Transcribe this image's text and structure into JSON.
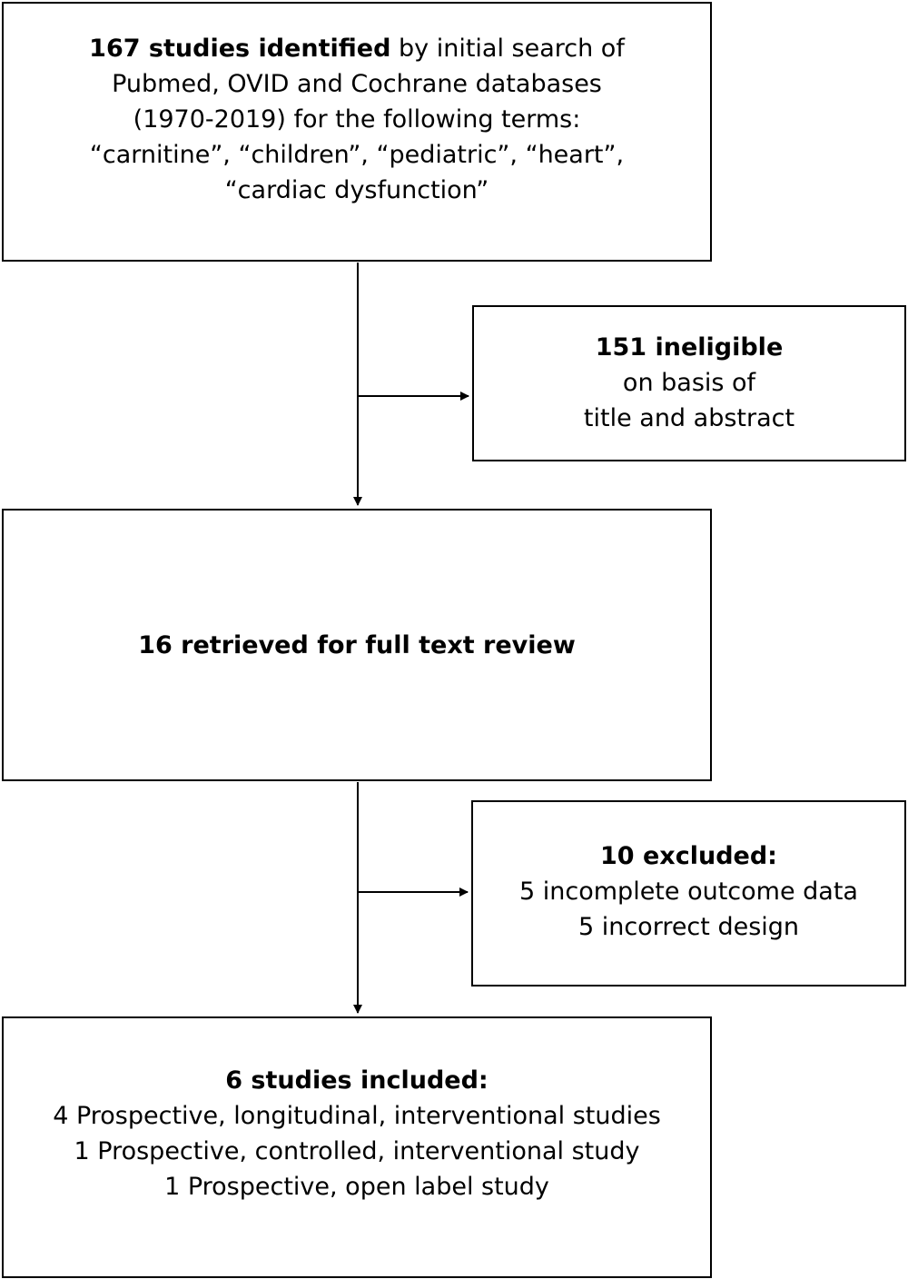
{
  "flowchart": {
    "identified": {
      "line1_bold": "167 studies identified",
      "line1_rest": " by initial search of",
      "line2": "Pubmed, OVID and Cochrane databases",
      "line3": "(1970-2019) for the following terms:",
      "line4": "“carnitine”, “children”, “pediatric”, “heart”,",
      "line5": "“cardiac dysfunction”"
    },
    "ineligible": {
      "title": "151 ineligible",
      "line2": "on basis of",
      "line3": "title and abstract"
    },
    "retrieved": {
      "title": "16 retrieved for full text review"
    },
    "excluded": {
      "title": "10 excluded:",
      "reason1": "5 incomplete outcome data",
      "reason2": "5 incorrect design"
    },
    "included": {
      "title": "6 studies included:",
      "item1": "4 Prospective, longitudinal, interventional studies",
      "item2": "1 Prospective, controlled, interventional study",
      "item3": "1 Prospective, open label study"
    }
  }
}
